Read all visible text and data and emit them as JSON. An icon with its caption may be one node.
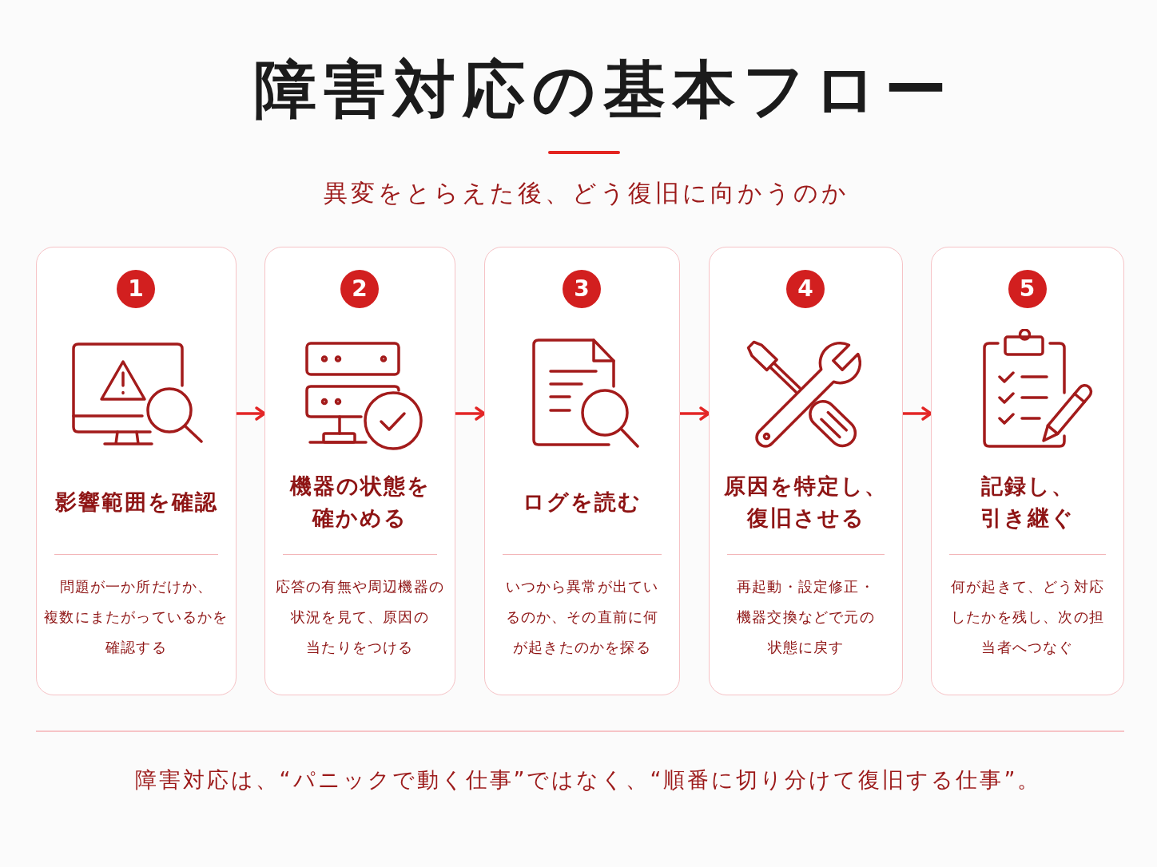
{
  "diagram": {
    "title": "障害対応の基本フロー",
    "caption": "障害対応は、“パニックで動く仕事”ではなく、“順番に切り分けて復旧する仕事”。",
    "nodes": [
      {
        "text": [
          "影響範囲を確認",
          "問題が一か所だけか、複数にまたがっているかを確認する"
        ]
      },
      {
        "text": [
          "1"
        ],
        "in": 0
      },
      {
        "text": [
          "機器の状態を確かめる",
          "応答の有無や周辺機器の状況を見て、原因の当たりをつける"
        ]
      },
      {
        "text": [
          "2"
        ],
        "in": 2
      },
      {
        "text": [
          "ログを読む",
          "いつから異常が出ているのか、その直前に何が起きたのかを探る"
        ]
      },
      {
        "text": [
          "3"
        ],
        "in": 4
      },
      {
        "text": [
          "原因を特定し、復旧させる",
          "再起動・設定修正・機器交換などで元の状態に戻す"
        ]
      },
      {
        "text": [
          "4"
        ],
        "in": 6
      },
      {
        "text": [
          "記録し、引き継ぐ",
          "何が起きて、どう対応したかを残し、次の担当者へつなぐ"
        ]
      },
      {
        "text": [
          "5"
        ],
        "in": 8
      }
    ],
    "edges": [
      {
        "from": 0,
        "to": 2,
        "arrow": "to"
      },
      {
        "from": 2,
        "to": 4,
        "arrow": "to"
      },
      {
        "from": 4,
        "to": 6,
        "arrow": "to"
      },
      {
        "from": 6,
        "to": 8,
        "arrow": "to"
      }
    ],
    "labels": [
      "異変をとらえた後、どう復旧に向かうのか"
    ]
  }
}
